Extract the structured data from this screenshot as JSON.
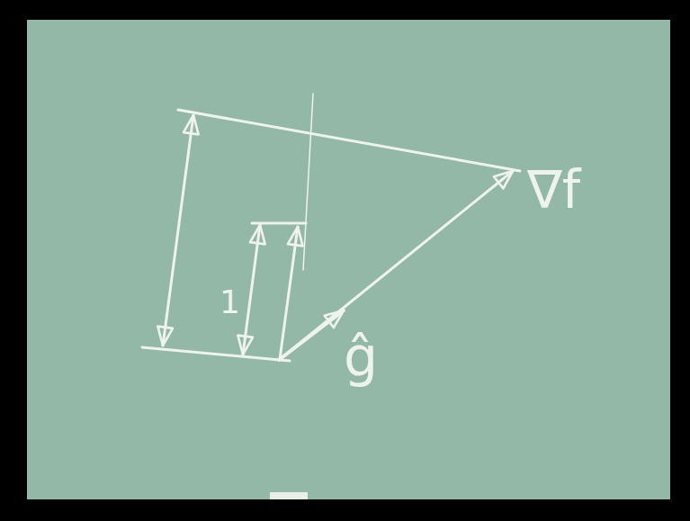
{
  "diagram": {
    "labels": [
      "∇f",
      "1",
      "ĝ"
    ]
  }
}
